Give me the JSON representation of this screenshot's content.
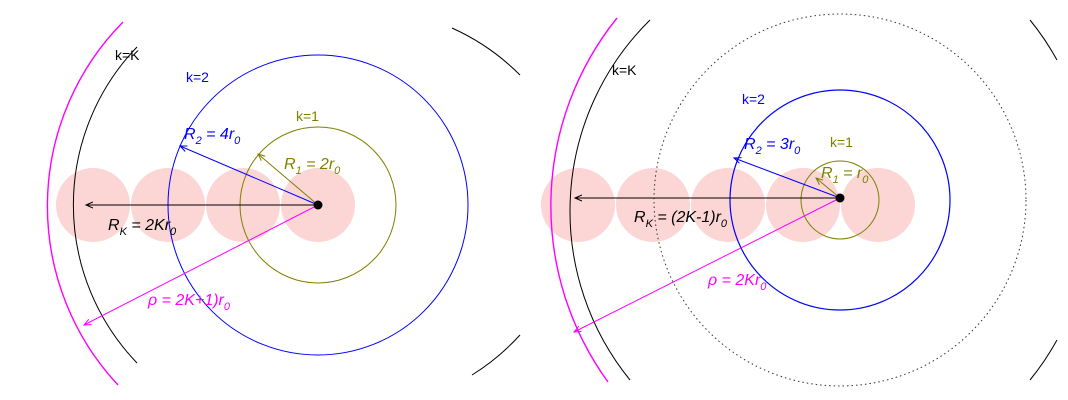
{
  "colors": {
    "black": "#000000",
    "blue": "#0000ff",
    "olive": "#808000",
    "magenta": "#ff00ff",
    "pink_disk": "#fcd5d5",
    "dotted": "#333333"
  },
  "left": {
    "k_outer": "k=K",
    "k2": "k=2",
    "k1": "k=1",
    "R2": {
      "sym": "R",
      "sub": "2",
      "eq": " = 4r",
      "sub2": "0"
    },
    "R1": {
      "sym": "R",
      "sub": "1",
      "eq": " = 2r",
      "sub2": "0"
    },
    "RK": {
      "sym": "R",
      "sub": "K",
      "eq": " = 2Kr",
      "sub2": "0"
    },
    "rho": {
      "sym": "ρ = 2K+1)r",
      "sub": "0"
    }
  },
  "right": {
    "k_outer": "k=K",
    "k2": "k=2",
    "k1": "k=1",
    "R2": {
      "sym": "R",
      "sub": "2",
      "eq": " = 3r",
      "sub2": "0"
    },
    "R1": {
      "sym": "R",
      "sub": "1",
      "eq": " = r",
      "sub2": "0"
    },
    "RK": {
      "sym": "R",
      "sub": "K",
      "eq": " = (2K-1)r",
      "sub2": "0"
    },
    "rho": {
      "sym": "ρ = 2Kr",
      "sub": "0"
    }
  }
}
